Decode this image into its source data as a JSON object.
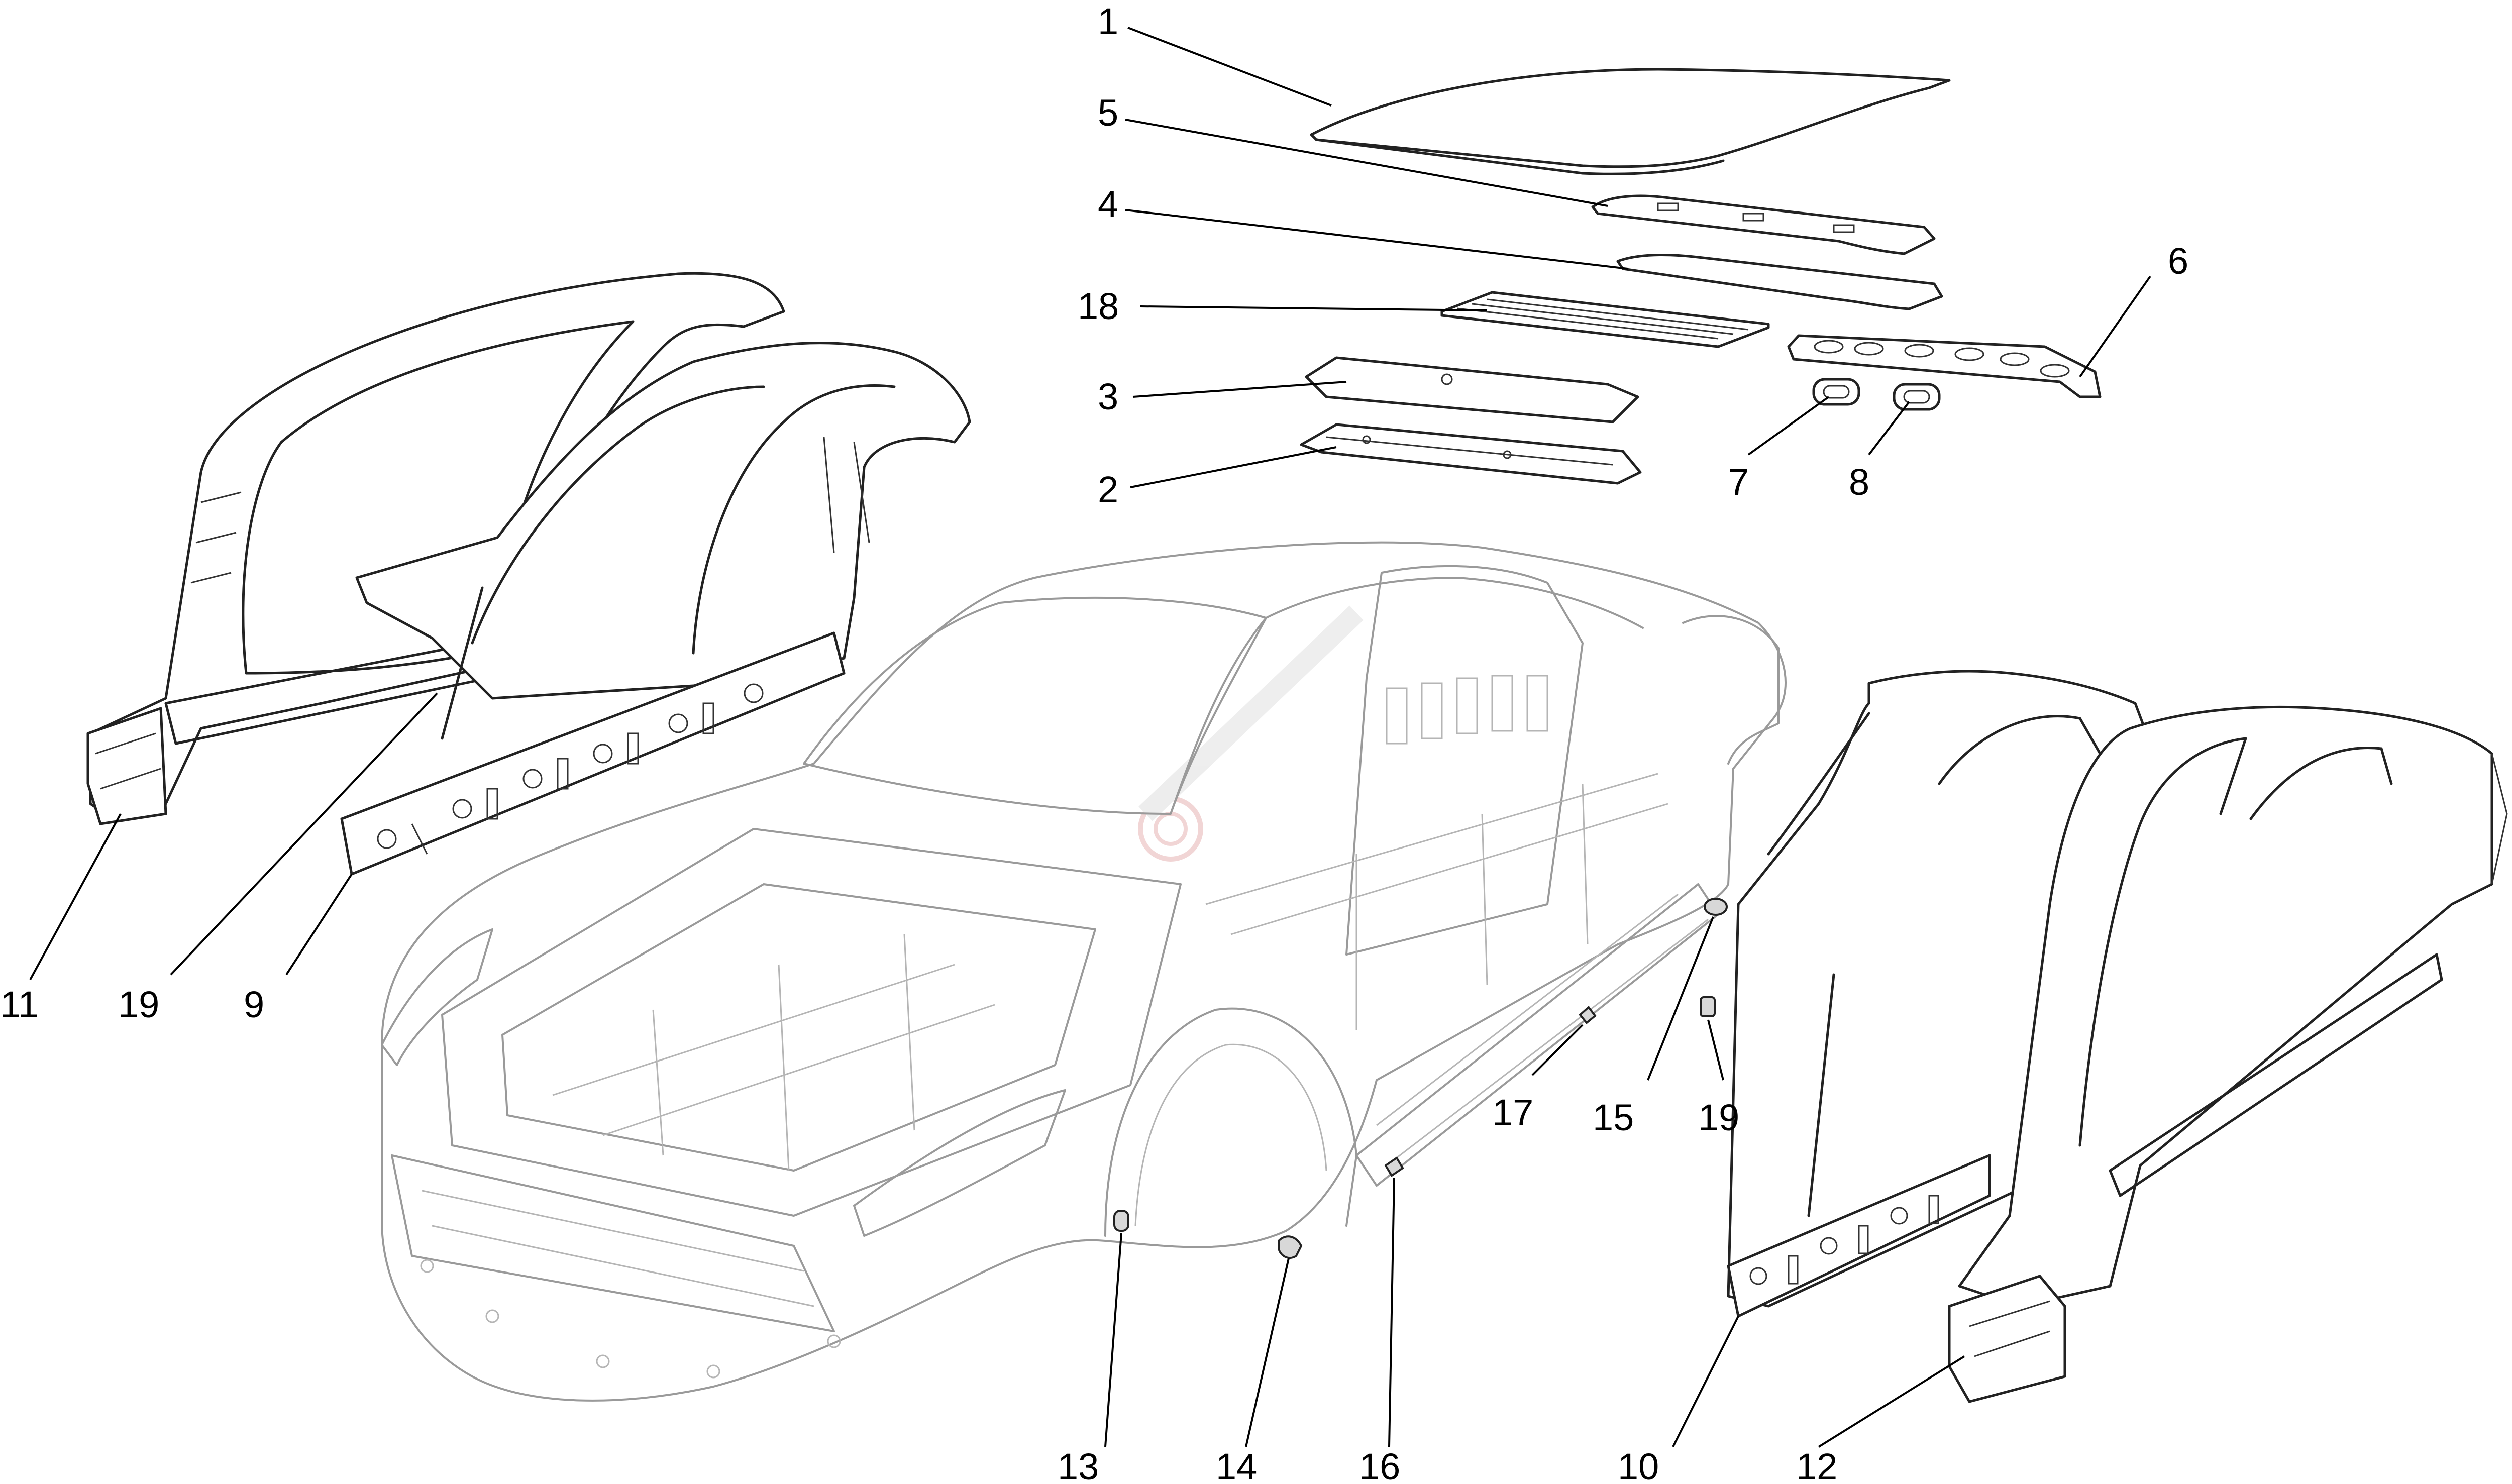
{
  "diagram": {
    "callouts": [
      {
        "id": "c1",
        "label": "1"
      },
      {
        "id": "c5",
        "label": "5"
      },
      {
        "id": "c4",
        "label": "4"
      },
      {
        "id": "c18",
        "label": "18"
      },
      {
        "id": "c3",
        "label": "3"
      },
      {
        "id": "c2",
        "label": "2"
      },
      {
        "id": "c6",
        "label": "6"
      },
      {
        "id": "c7",
        "label": "7"
      },
      {
        "id": "c8",
        "label": "8"
      },
      {
        "id": "c11",
        "label": "11"
      },
      {
        "id": "c19a",
        "label": "19"
      },
      {
        "id": "c9",
        "label": "9"
      },
      {
        "id": "c17",
        "label": "17"
      },
      {
        "id": "c15",
        "label": "15"
      },
      {
        "id": "c19b",
        "label": "19"
      },
      {
        "id": "c13",
        "label": "13"
      },
      {
        "id": "c14",
        "label": "14"
      },
      {
        "id": "c16",
        "label": "16"
      },
      {
        "id": "c10",
        "label": "10"
      },
      {
        "id": "c12",
        "label": "12"
      }
    ],
    "colors": {
      "line": "#000000",
      "ghost": "#9a9a9a",
      "background": "#ffffff"
    }
  }
}
